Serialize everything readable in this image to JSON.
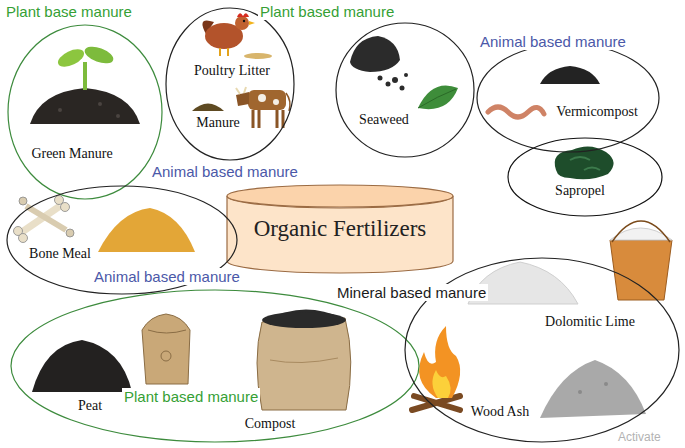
{
  "diagram": {
    "nodes": [
      {
        "text": [
          "Plant base manure",
          "Green Manure"
        ]
      },
      {
        "text": [
          "Poultry Litter",
          "Manure",
          "Animal based manure"
        ]
      },
      {
        "text": [
          "Plant based manure",
          "Seaweed"
        ]
      },
      {
        "text": [
          "Animal based manure",
          "Vermicompost"
        ]
      },
      {
        "text": [
          "Sapropel"
        ]
      },
      {
        "text": [
          "Organic Fertilizers"
        ]
      },
      {
        "text": [
          "Bone Meal",
          "Animal based manure"
        ]
      },
      {
        "text": [
          "Peat",
          "Plant based manure",
          "Compost"
        ]
      },
      {
        "text": [
          "Mineral based manure",
          "Dolomitic Lime",
          "Wood Ash"
        ]
      }
    ],
    "labels": [
      "Activate"
    ]
  }
}
